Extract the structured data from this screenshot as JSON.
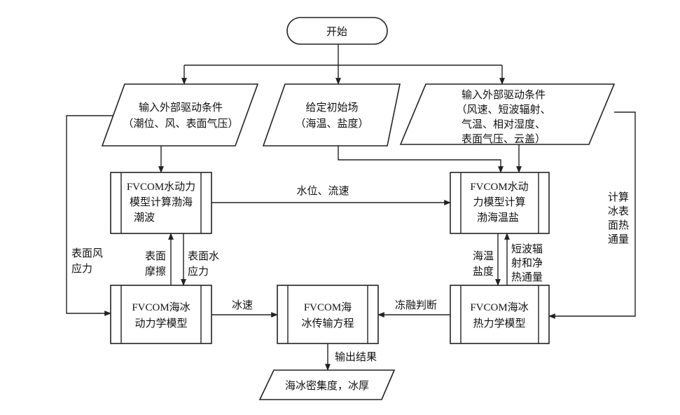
{
  "nodes": {
    "start": "开始",
    "input_left": [
      "输入外部驱动条件",
      "（潮位、风、表面气压）"
    ],
    "init_field": [
      "给定初始场",
      "（海温、盐度）"
    ],
    "input_right": [
      "输入外部驱动条件",
      "（风速、短波辐射、",
      "气温、相对湿度、",
      "表面气压、云盖）"
    ],
    "hydro_tide": [
      "FVCOM水动力",
      "模型计算渤海",
      "潮波"
    ],
    "hydro_temp": [
      "FVCOM水动",
      "力模型计算",
      "渤海温盐"
    ],
    "ice_dynamics": [
      "FVCOM海冰",
      "动力学模型"
    ],
    "ice_transport": [
      "FVCOM海",
      "冰传输方程"
    ],
    "ice_thermo": [
      "FVCOM海冰",
      "热力学模型"
    ],
    "output": "海冰密集度，冰厚"
  },
  "edge_labels": {
    "water_level_flow": "水位、流速",
    "surface_wind_stress": [
      "表面风",
      "应力"
    ],
    "surface_friction": [
      "表面",
      "摩擦"
    ],
    "surface_water_stress": [
      "表面水",
      "应力"
    ],
    "sst_salinity": [
      "海温",
      "盐度"
    ],
    "shortwave_net_heat": [
      "短波辐",
      "射和净",
      "热通量"
    ],
    "ice_surface_heat_flux": [
      "计算",
      "冰表",
      "面热",
      "通量"
    ],
    "ice_speed": "冰速",
    "freeze_melt": "冻融判断",
    "output_result": "输出结果"
  }
}
